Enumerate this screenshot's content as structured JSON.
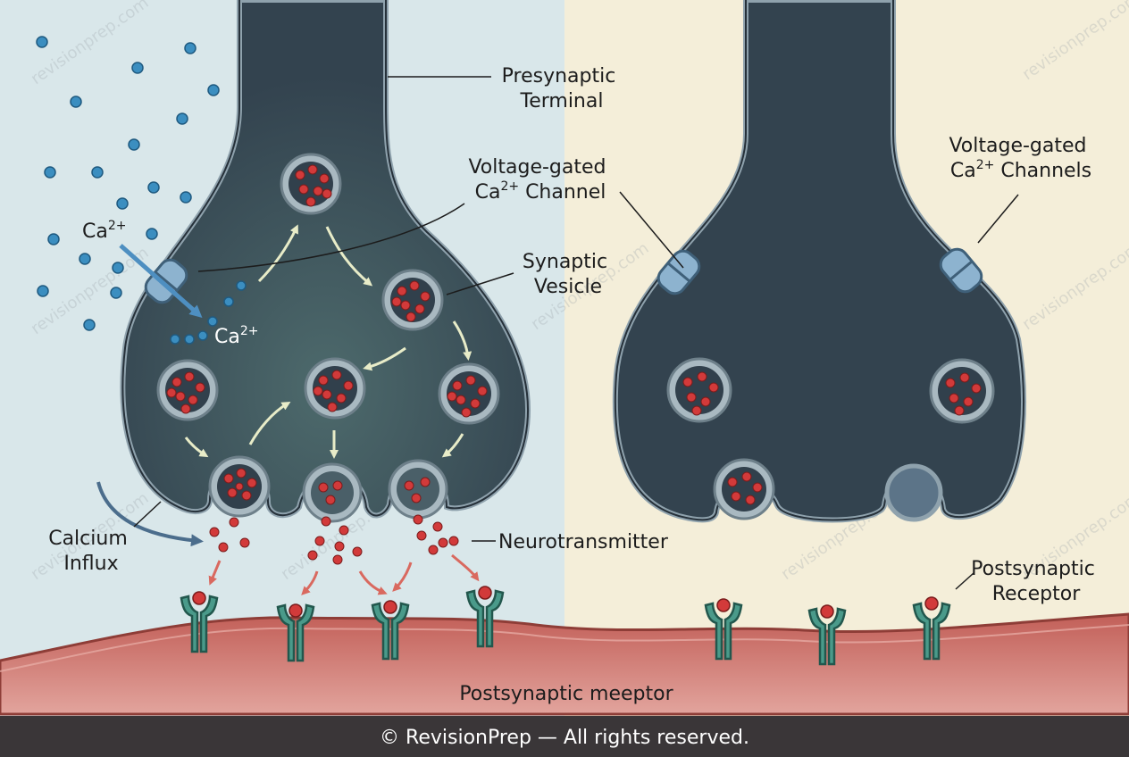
{
  "labels": {
    "presynaptic_terminal": [
      "Presynaptic",
      "Terminal"
    ],
    "vgcc_left": {
      "line1": "Voltage-gated",
      "ca": "Ca",
      "charge": "2+",
      "rest": " Channel"
    },
    "vgcc_right": {
      "line1": "Voltage-gated",
      "ca": "Ca",
      "charge": "2+",
      "rest": " Channels"
    },
    "synaptic_vesicle": [
      "Synaptic",
      "Vesicle"
    ],
    "ca_outside": {
      "ca": "Ca",
      "charge": "2+"
    },
    "ca_inside": {
      "ca": "Ca",
      "charge": "2+"
    },
    "calcium_influx": [
      "Calcium",
      "Influx"
    ],
    "neurotransmitter": "Neurotransmitter",
    "postsynaptic_receptor": [
      "Postsynaptic",
      "Receptor"
    ],
    "postsynaptic_membrane": "Postsynaptic meeptor"
  },
  "watermark": "revisionprep.com",
  "footer": "© RevisionPrep — All rights reserved.",
  "colors": {
    "left_background": "#d9e7ea",
    "right_background": "#f4eed9",
    "terminal_fill": "#33434f",
    "terminal_stroke": "#8fa2ad",
    "vesicle_fill": "#a9b9c1",
    "neurotransmitter": "#d23a3a",
    "calcium_ion": "#3b8ec0",
    "receptor": "#4a9a8a",
    "postsynaptic_membrane": "#c96a63",
    "footer_bar": "#3a3638",
    "arrow_pale": "#e8ecc8"
  }
}
